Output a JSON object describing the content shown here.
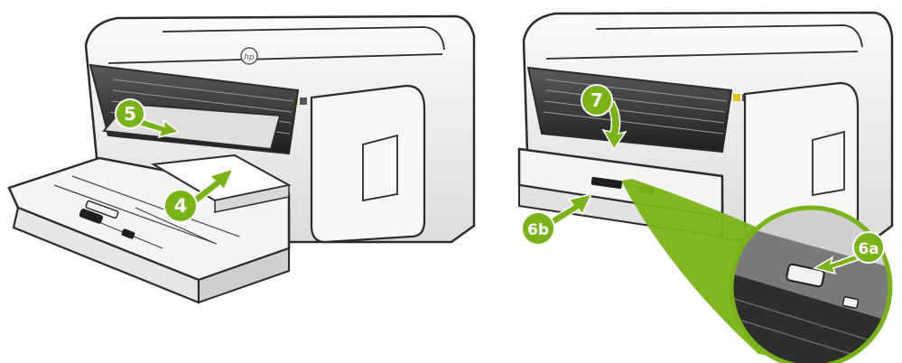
{
  "steps": {
    "s4": "4",
    "s5": "5",
    "s6a": "6a",
    "s6b": "6b",
    "s7": "7"
  },
  "colors": {
    "accent": "#7ab317",
    "line": "#2b2b2b",
    "body": "#f3f3f3",
    "shade": "#8a8a8a"
  },
  "icons": {
    "logo": "hp-logo-icon",
    "ink": "ink-cartridge-indicator-icon"
  }
}
